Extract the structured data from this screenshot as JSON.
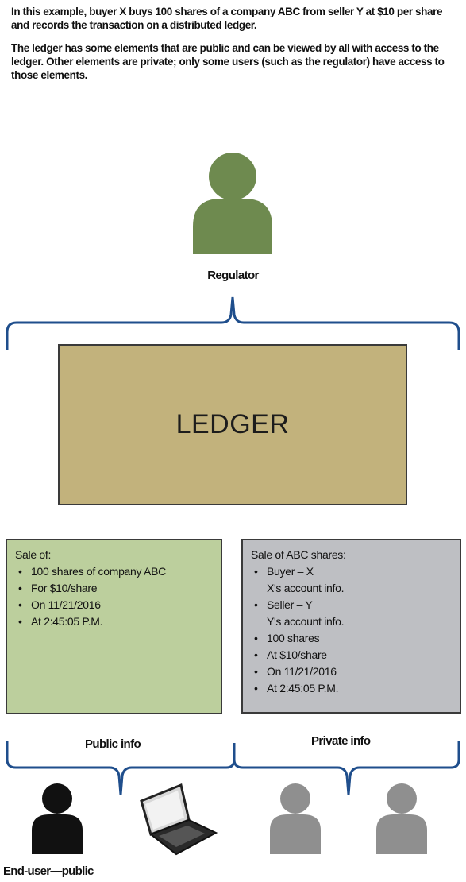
{
  "intro": {
    "paragraph_1": "In this example, buyer X buys 100 shares of a company ABC from seller Y at $10 per share and records the transaction on a distributed ledger.",
    "paragraph_2": "The ledger has some elements that are public and can be viewed by all with access to the ledger. Other elements are private; only some users (such as the regulator) have access to those elements."
  },
  "regulator": {
    "label": "Regulator",
    "color": "#6e8a4f"
  },
  "ledger": {
    "title": "LEDGER",
    "color": "#c2b27c"
  },
  "public_box": {
    "heading": "Sale of:",
    "items": [
      "100 shares of company ABC",
      "For $10/share",
      "On 11/21/2016",
      "At 2:45:05 P.M."
    ],
    "color": "#bccf9d"
  },
  "private_box": {
    "heading": "Sale of ABC shares:",
    "items": [
      {
        "line1": "Buyer – X",
        "line2": "X's account info."
      },
      {
        "line1": "Seller – Y",
        "line2": "Y's account info."
      },
      {
        "line1": "100 shares"
      },
      {
        "line1": "At $10/share"
      },
      {
        "line1": "On 11/21/2016"
      },
      {
        "line1": "At 2:45:05 P.M."
      }
    ],
    "color": "#bebfc3"
  },
  "labels": {
    "public_info": "Public info",
    "private_info": "Private info",
    "end_user_public": "End-user—public"
  },
  "colors": {
    "bracket": "#1f4e8c",
    "public_user": "#111111",
    "private_user": "#8f8f8f"
  }
}
